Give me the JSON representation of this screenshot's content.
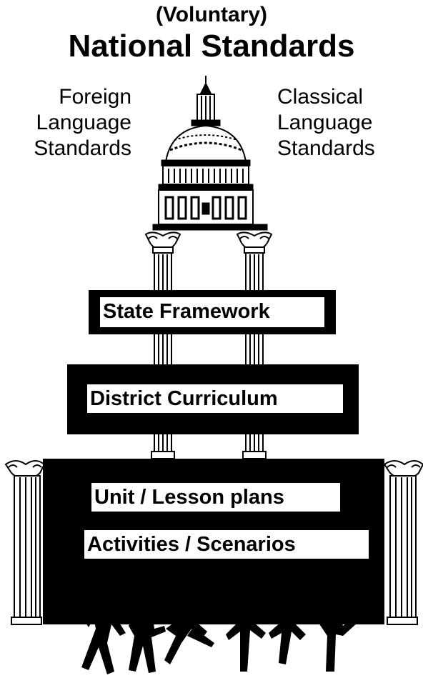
{
  "header": {
    "subtitle": "(Voluntary)",
    "title": "National Standards"
  },
  "left_label": "Foreign\nLanguage\nStandards",
  "right_label": "Classical\nLanguage\nStandards",
  "tiers": {
    "state": "State Framework",
    "district": "District Curriculum",
    "unit": "Unit / Lesson plans",
    "activities": "Activities / Scenarios"
  },
  "icons": [
    "capitol-dome-icon",
    "column-icon",
    "person-silhouette-icon"
  ]
}
